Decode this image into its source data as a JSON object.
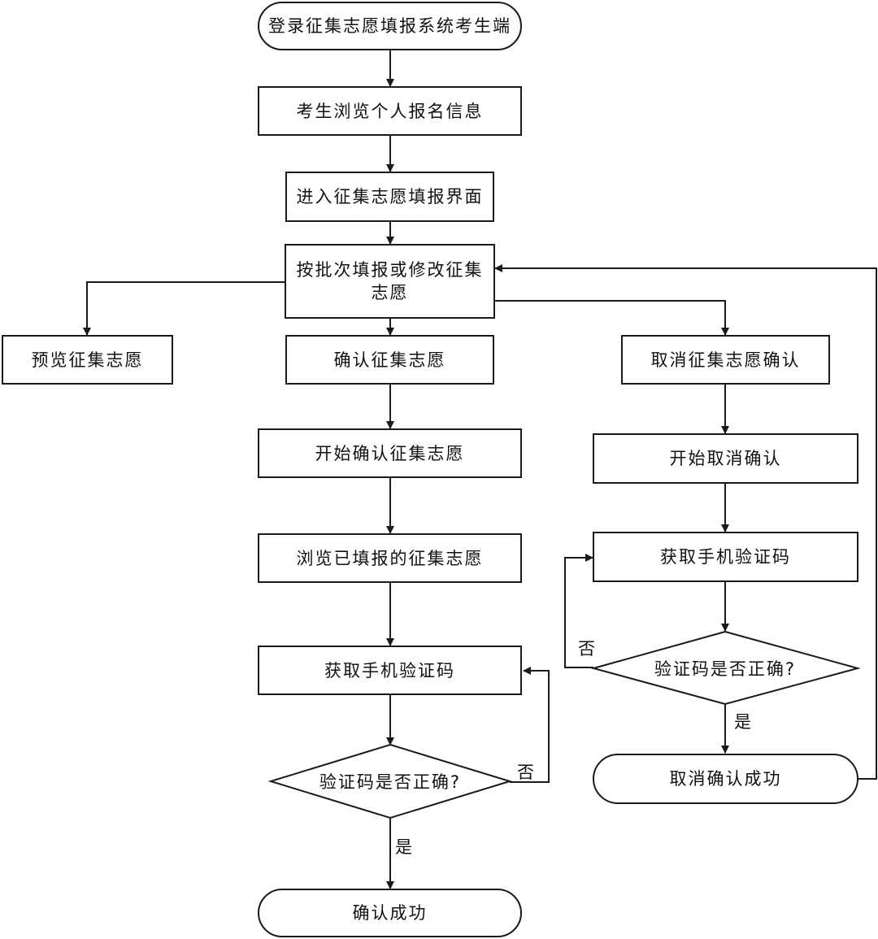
{
  "nodes": {
    "login": "登录征集志愿填报系统考生端",
    "browse_info": "考生浏览个人报名信息",
    "enter_fill": "进入征集志愿填报界面",
    "fill_modify": "按批次填报或修改征集志愿",
    "preview": "预览征集志愿",
    "confirm": "确认征集志愿",
    "cancel_confirm": "取消征集志愿确认",
    "start_confirm": "开始确认征集志愿",
    "browse_filled": "浏览已填报的征集志愿",
    "get_code_left": "获取手机验证码",
    "check_left": "验证码是否正确?",
    "success_left": "确认成功",
    "start_cancel": "开始取消确认",
    "get_code_right": "获取手机验证码",
    "check_right": "验证码是否正确?",
    "success_right": "取消确认成功"
  },
  "edge_labels": {
    "left_no": "否",
    "left_yes": "是",
    "right_no": "否",
    "right_yes": "是"
  },
  "colors": {
    "stroke": "#1a1a1a",
    "background": "#ffffff"
  }
}
